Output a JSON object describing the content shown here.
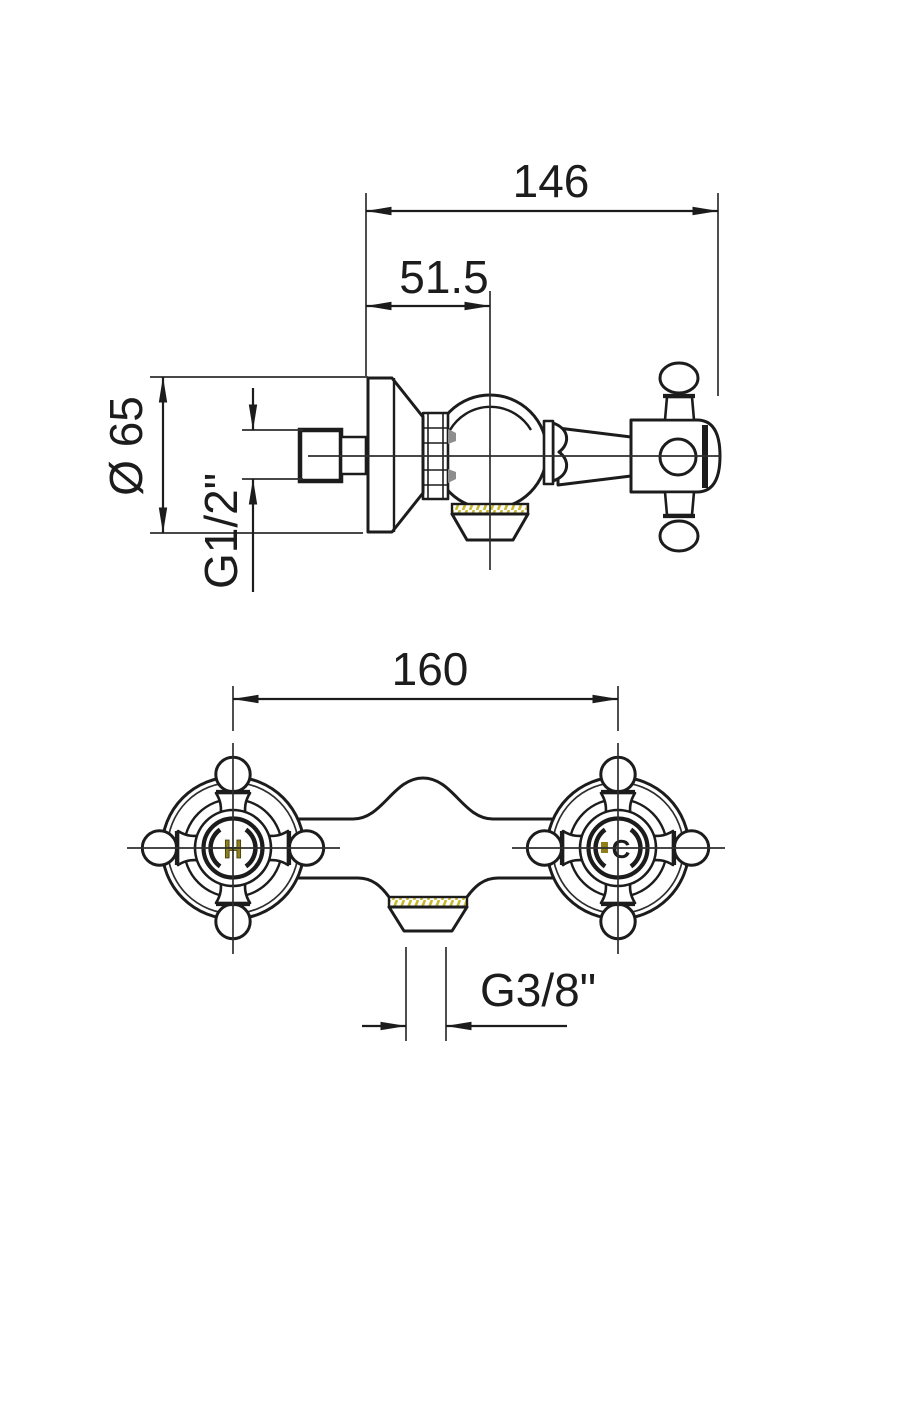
{
  "drawing": {
    "side_view": {
      "dim_width": "146",
      "dim_center_offset": "51.5",
      "dim_flange_diameter": "Ø 65",
      "dim_inlet_thread": "G1/2\""
    },
    "front_view": {
      "dim_handle_spacing": "160",
      "dim_outlet_thread": "G3/8\"",
      "left_handle_marking": "H",
      "right_handle_marking": "C"
    },
    "colors": {
      "line": "#1c1c1c",
      "thread_gold": "#c9b92e",
      "marking_gold": "#8f7f1a",
      "background": "#ffffff"
    }
  }
}
